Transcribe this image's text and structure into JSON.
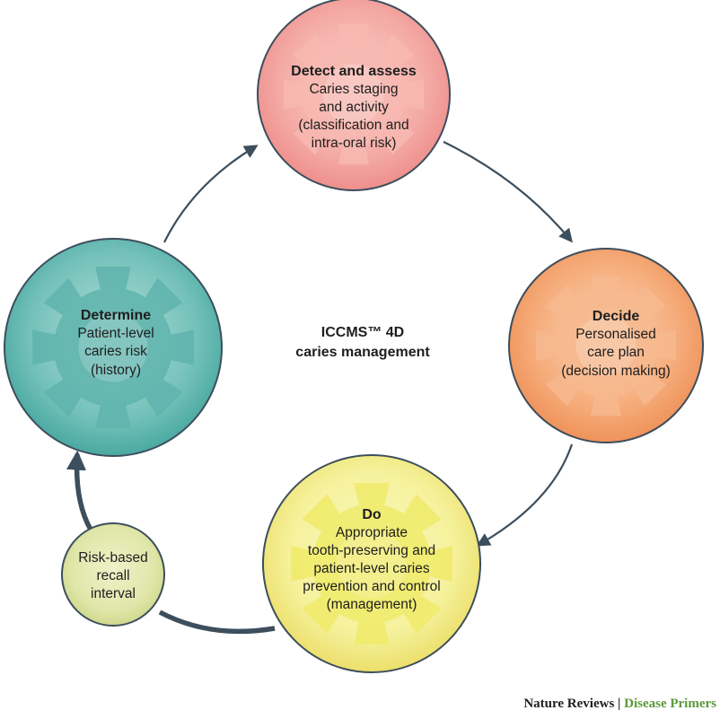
{
  "center": {
    "line1": "ICCMS™ 4D",
    "line2": "caries management"
  },
  "nodes": {
    "detect": {
      "title": "Detect and assess",
      "lines": [
        "Caries staging",
        "and activity",
        "(classification and",
        "intra-oral risk)"
      ],
      "color": "#f4a8a4"
    },
    "decide": {
      "title": "Decide",
      "lines": [
        "Personalised",
        "care plan",
        "(decision making)"
      ],
      "color": "#f3a46e"
    },
    "do": {
      "title": "Do",
      "lines": [
        "Appropriate",
        "tooth-preserving and",
        "patient-level caries",
        "prevention  and control",
        "(management)"
      ],
      "color": "#f2ee88"
    },
    "determine": {
      "title": "Determine",
      "lines": [
        "Patient-level",
        "caries risk",
        "(history)"
      ],
      "color": "#6cbdb6"
    },
    "recall": {
      "lines": [
        "Risk-based",
        "recall",
        "interval"
      ],
      "color": "#dde4a4"
    }
  },
  "footer": {
    "journal": "Nature Reviews",
    "separator": " | ",
    "section": "Disease Primers"
  }
}
